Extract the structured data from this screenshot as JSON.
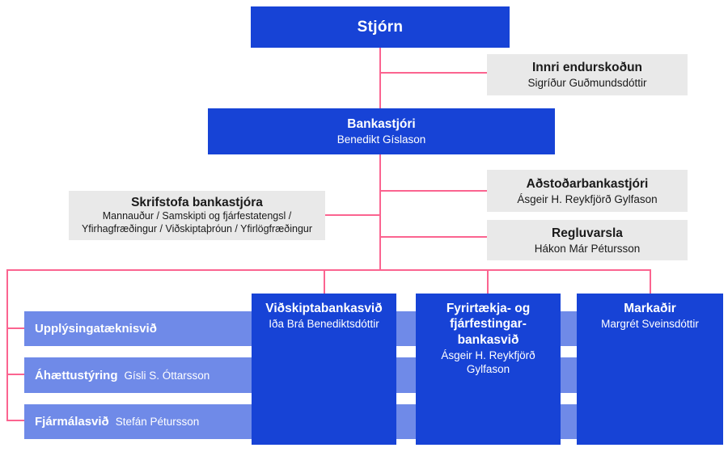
{
  "org": {
    "stjorn": {
      "title": "Stjórn"
    },
    "innri": {
      "title": "Innri endurskoðun",
      "name": "Sigríður Guðmundsdóttir"
    },
    "bankastjori": {
      "title": "Bankastjóri",
      "name": "Benedikt Gíslason"
    },
    "adstodar": {
      "title": "Aðstoðarbankastjóri",
      "name": "Ásgeir H. Reykfjörð Gylfason"
    },
    "regluvarsla": {
      "title": "Regluvarsla",
      "name": "Hákon Már Pétursson"
    },
    "skrifstofa": {
      "title": "Skrifstofa bankastjóra",
      "line1": "Mannauður / Samskipti og fjárfestatengsl /",
      "line2": "Yfirhagfræðingur / Viðskiptaþróun / Yfirlögfræðingur"
    },
    "bars": [
      {
        "title": "Upplýsingatæknisvið",
        "name": ""
      },
      {
        "title": "Áhættustýring",
        "name": "Gísli S. Óttarsson"
      },
      {
        "title": "Fjármálasvið",
        "name": "Stefán Pétursson"
      }
    ],
    "divisions": [
      {
        "title": "Viðskiptabankasvið",
        "name": "Iða Brá Benediktsdóttir"
      },
      {
        "title": "Fyrirtækja- og fjárfestingar-bankasvið",
        "name": "Ásgeir H. Reykfjörð Gylfason"
      },
      {
        "title": "Markaðir",
        "name": "Margrét Sveinsdóttir"
      }
    ],
    "colors": {
      "primary_blue": "#1743d6",
      "light_blue": "#6f8ae8",
      "connector_pink": "#fb6490",
      "box_gray": "#e9e9e9"
    }
  }
}
